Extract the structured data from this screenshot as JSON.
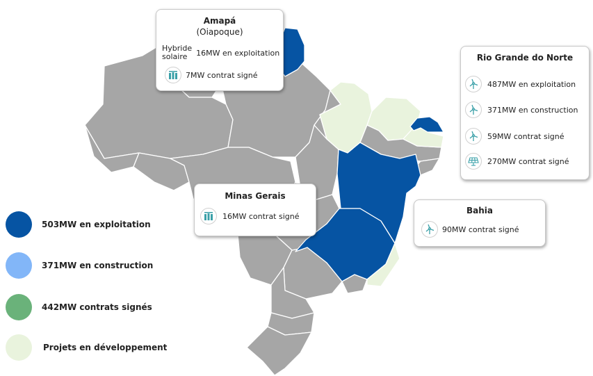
{
  "colors": {
    "operating": "#0654a3",
    "construction": "#82b6f8",
    "signed": "#6ab27a",
    "development": "#e9f3dd",
    "region_default": "#a6a6a6",
    "border": "#ffffff",
    "icon": "#3aa0a8"
  },
  "cards": {
    "amapa": {
      "title": "Amapá",
      "subtitle": "(Oiapoque)",
      "hybrid_label_1": "Hybride",
      "hybrid_label_2": "solaire",
      "line1": "16MW en exploitation",
      "line2": "7MW contrat signé",
      "line2_icon": "battery-icon"
    },
    "rgn": {
      "title": "Rio Grande do Norte",
      "rows": [
        {
          "icon": "wind-turbine-icon",
          "text": "487MW en exploitation"
        },
        {
          "icon": "wind-turbine-icon",
          "text": "371MW en construction"
        },
        {
          "icon": "wind-turbine-icon",
          "text": "59MW contrat signé"
        },
        {
          "icon": "solar-panel-icon",
          "text": "270MW contrat signé"
        }
      ]
    },
    "minas": {
      "title": "Minas Gerais",
      "line1": "16MW contrat signé",
      "line1_icon": "battery-icon"
    },
    "bahia": {
      "title": "Bahia",
      "line1": "90MW contrat signé",
      "line1_icon": "wind-turbine-icon"
    }
  },
  "legend": [
    {
      "label": "503MW en exploitation",
      "status": "operating"
    },
    {
      "label": "371MW en construction",
      "status": "construction"
    },
    {
      "label": "442MW contrats signés",
      "status": "signed"
    },
    {
      "label": "Projets en développement",
      "status": "development"
    }
  ],
  "regions": [
    {
      "name": "amapa",
      "status": "operating"
    },
    {
      "name": "rio-grande-do-norte",
      "status": "operating"
    },
    {
      "name": "bahia",
      "status": "operating"
    },
    {
      "name": "minas-gerais",
      "status": "operating"
    },
    {
      "name": "piaui",
      "status": "development"
    },
    {
      "name": "ceara",
      "status": "development"
    },
    {
      "name": "paraiba",
      "status": "development"
    },
    {
      "name": "espirito-santo",
      "status": "development"
    }
  ]
}
